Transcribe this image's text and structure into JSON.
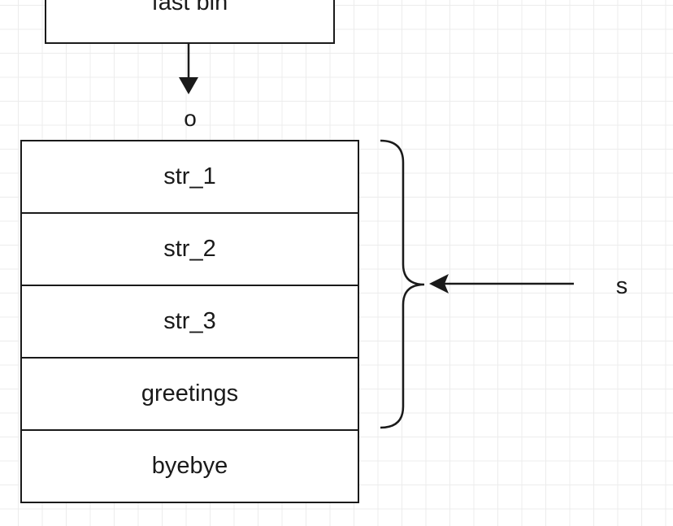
{
  "diagram": {
    "fast_bin_label": "fast bin",
    "o_label": "o",
    "s_label": "s",
    "chunks": [
      {
        "label": "str_1"
      },
      {
        "label": "str_2"
      },
      {
        "label": "str_3"
      },
      {
        "label": "greetings"
      },
      {
        "label": "byebye"
      }
    ],
    "colors": {
      "stroke": "#1a1a1a",
      "grid": "#ececec",
      "background": "#ffffff"
    }
  }
}
